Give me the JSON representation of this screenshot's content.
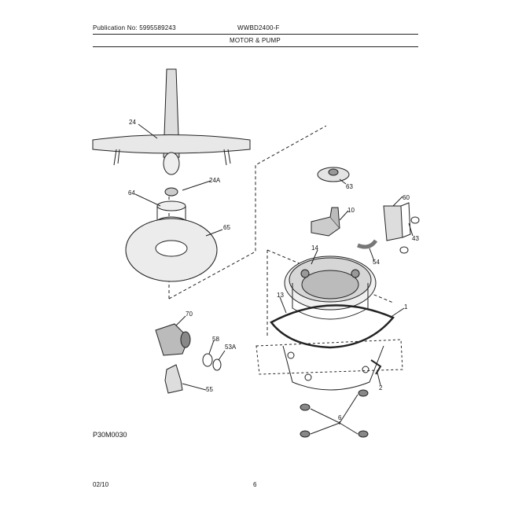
{
  "header": {
    "publication": "Publication No: 5995589243",
    "model": "WWBD2400-F",
    "title": "MOTOR & PUMP"
  },
  "diagram": {
    "callouts": [
      {
        "id": "24",
        "text": "24"
      },
      {
        "id": "24A",
        "text": "24A"
      },
      {
        "id": "64",
        "text": "64"
      },
      {
        "id": "65",
        "text": "65"
      },
      {
        "id": "63",
        "text": "63"
      },
      {
        "id": "10",
        "text": "10"
      },
      {
        "id": "60",
        "text": "60"
      },
      {
        "id": "43",
        "text": "43"
      },
      {
        "id": "54",
        "text": "54"
      },
      {
        "id": "14",
        "text": "14"
      },
      {
        "id": "13",
        "text": "13"
      },
      {
        "id": "1",
        "text": "1"
      },
      {
        "id": "70",
        "text": "70"
      },
      {
        "id": "58",
        "text": "58"
      },
      {
        "id": "53A",
        "text": "53A"
      },
      {
        "id": "55",
        "text": "55"
      },
      {
        "id": "2",
        "text": "2"
      },
      {
        "id": "6",
        "text": "6"
      }
    ],
    "figure_code": "P30M0030"
  },
  "footer": {
    "date": "02/10",
    "page": "6"
  }
}
